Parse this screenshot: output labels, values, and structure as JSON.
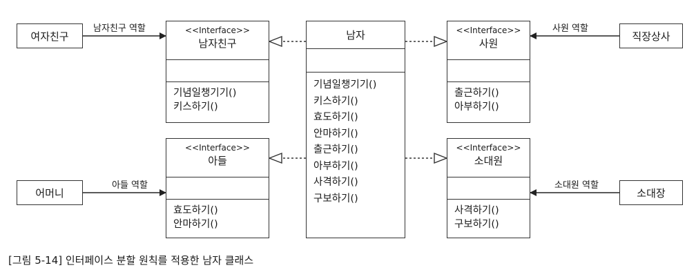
{
  "entities": {
    "girlfriend": "여자친구",
    "mother": "어머니",
    "boss": "직장상사",
    "platoon_leader": "소대장"
  },
  "roles": {
    "girlfriend_role": "남자친구 역할",
    "son_role": "아들 역할",
    "employee_role": "사원 역할",
    "soldier_role": "소대원 역할"
  },
  "interfaces": {
    "boyfriend": {
      "stereotype": "<<Interface>>",
      "name": "남자친구",
      "methods": [
        "기념일챙기기()",
        "키스하기()"
      ]
    },
    "son": {
      "stereotype": "<<Interface>>",
      "name": "아들",
      "methods": [
        "효도하기()",
        "안마하기()"
      ]
    },
    "employee": {
      "stereotype": "<<Interface>>",
      "name": "사원",
      "methods": [
        "출근하기()",
        "아부하기()"
      ]
    },
    "soldier": {
      "stereotype": "<<Interface>>",
      "name": "소대원",
      "methods": [
        "사격하기()",
        "구보하기()"
      ]
    }
  },
  "man": {
    "name": "남자",
    "methods": [
      "기념일챙기기()",
      "키스하기()",
      "효도하기()",
      "안마하기()",
      "출근하기()",
      "아부하기()",
      "사격하기()",
      "구보하기()"
    ]
  },
  "caption": "[그림 5-14] 인터페이스 분할 원칙를 적용한 남자 클래스"
}
